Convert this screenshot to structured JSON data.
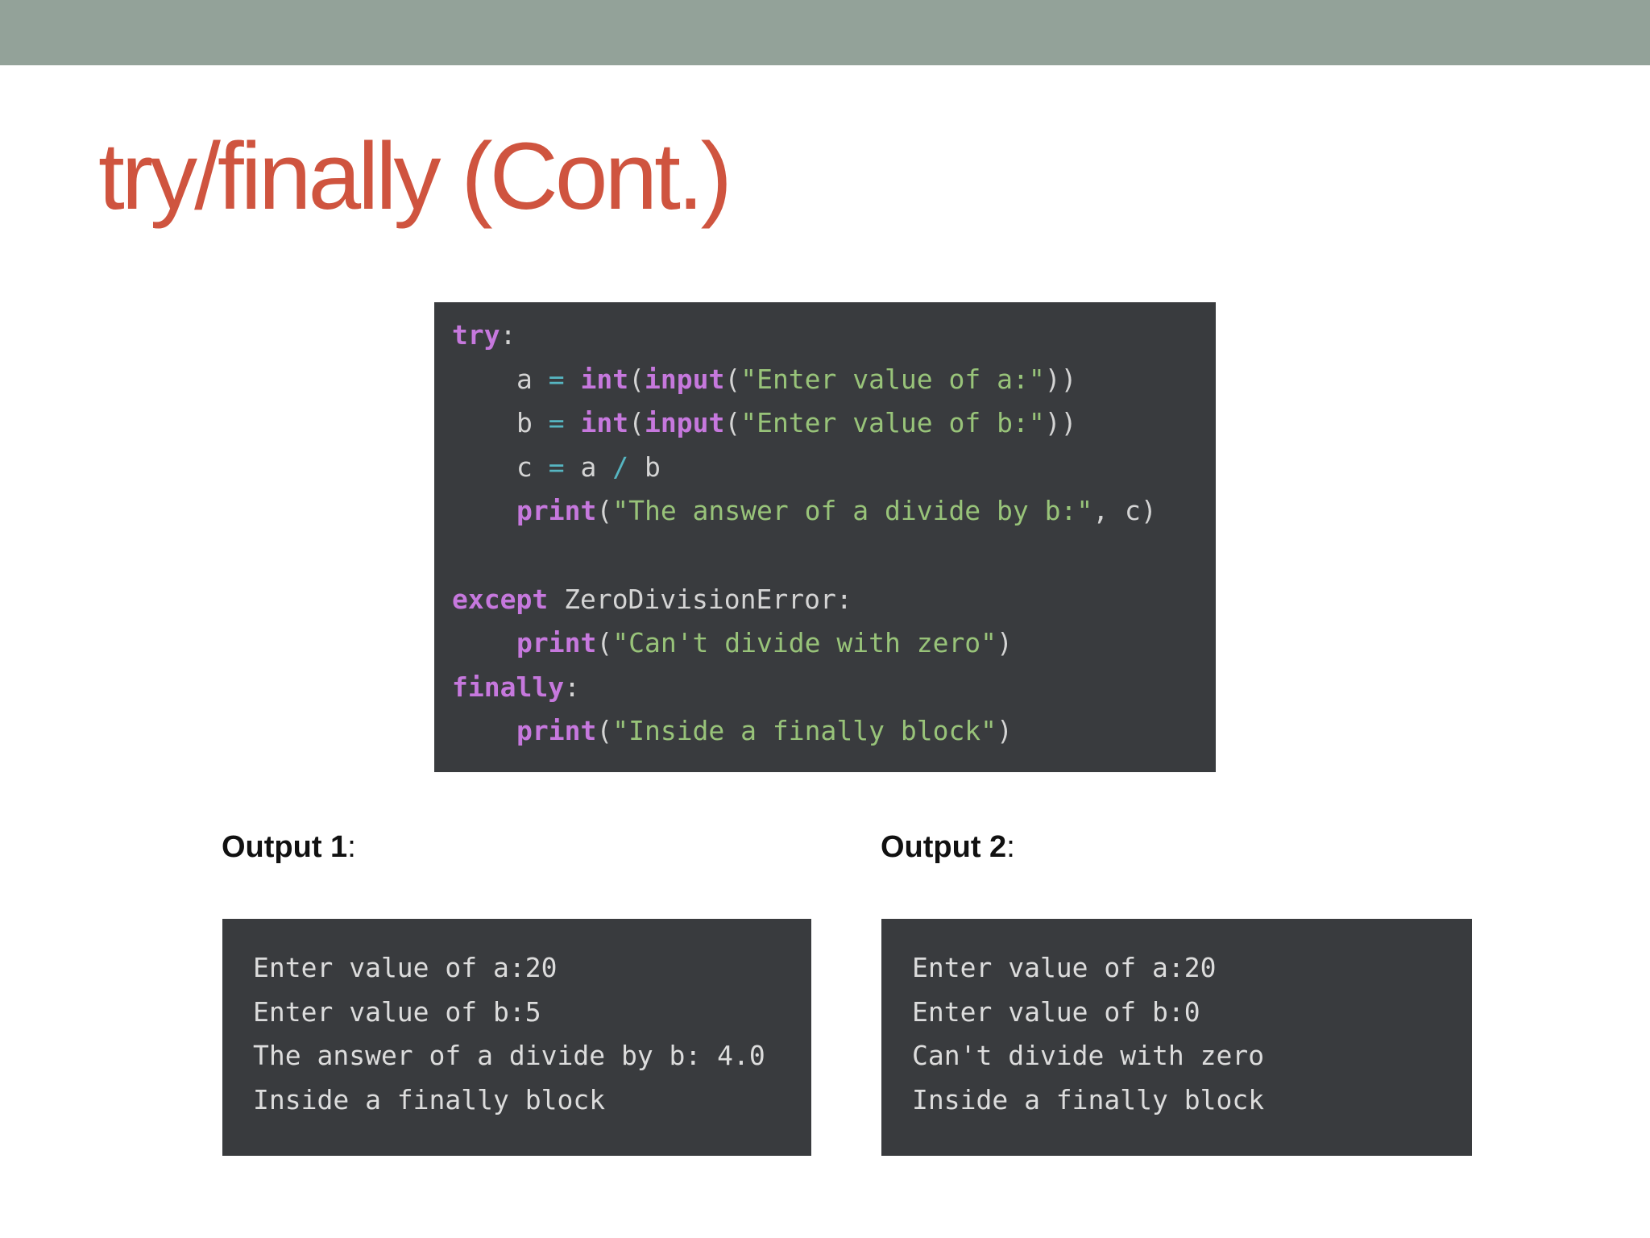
{
  "theme": {
    "top_bar_color": "#93a299",
    "title_color": "#cf543f",
    "code_bg": "#393b3e"
  },
  "slide": {
    "title": "try/finally (Cont.)"
  },
  "code": {
    "lines": [
      {
        "indent": 0,
        "tokens": [
          {
            "t": "try",
            "c": "kw"
          },
          {
            "t": ":",
            "c": "plain"
          }
        ]
      },
      {
        "indent": 1,
        "tokens": [
          {
            "t": "a ",
            "c": "plain"
          },
          {
            "t": "=",
            "c": "op"
          },
          {
            "t": " ",
            "c": "plain"
          },
          {
            "t": "int",
            "c": "kw"
          },
          {
            "t": "(",
            "c": "plain"
          },
          {
            "t": "input",
            "c": "kw"
          },
          {
            "t": "(",
            "c": "plain"
          },
          {
            "t": "\"Enter value of a:\"",
            "c": "str"
          },
          {
            "t": "))",
            "c": "plain"
          }
        ]
      },
      {
        "indent": 1,
        "tokens": [
          {
            "t": "b ",
            "c": "plain"
          },
          {
            "t": "=",
            "c": "op"
          },
          {
            "t": " ",
            "c": "plain"
          },
          {
            "t": "int",
            "c": "kw"
          },
          {
            "t": "(",
            "c": "plain"
          },
          {
            "t": "input",
            "c": "kw"
          },
          {
            "t": "(",
            "c": "plain"
          },
          {
            "t": "\"Enter value of b:\"",
            "c": "str"
          },
          {
            "t": "))",
            "c": "plain"
          }
        ]
      },
      {
        "indent": 1,
        "tokens": [
          {
            "t": "c ",
            "c": "plain"
          },
          {
            "t": "=",
            "c": "op"
          },
          {
            "t": " a ",
            "c": "plain"
          },
          {
            "t": "/",
            "c": "op"
          },
          {
            "t": " b",
            "c": "plain"
          }
        ]
      },
      {
        "indent": 1,
        "tokens": [
          {
            "t": "print",
            "c": "kw"
          },
          {
            "t": "(",
            "c": "plain"
          },
          {
            "t": "\"The answer of a divide by b:\"",
            "c": "str"
          },
          {
            "t": ", c)",
            "c": "plain"
          }
        ]
      },
      {
        "indent": 0,
        "tokens": []
      },
      {
        "indent": 0,
        "tokens": [
          {
            "t": "except",
            "c": "kw"
          },
          {
            "t": " ZeroDivisionError:",
            "c": "plain"
          }
        ]
      },
      {
        "indent": 1,
        "tokens": [
          {
            "t": "print",
            "c": "kw"
          },
          {
            "t": "(",
            "c": "plain"
          },
          {
            "t": "\"Can't divide with zero\"",
            "c": "str"
          },
          {
            "t": ")",
            "c": "plain"
          }
        ]
      },
      {
        "indent": 0,
        "tokens": [
          {
            "t": "finally",
            "c": "kw"
          },
          {
            "t": ":",
            "c": "plain"
          }
        ]
      },
      {
        "indent": 1,
        "tokens": [
          {
            "t": "print",
            "c": "kw"
          },
          {
            "t": "(",
            "c": "plain"
          },
          {
            "t": "\"Inside a finally block\"",
            "c": "str"
          },
          {
            "t": ")",
            "c": "plain"
          }
        ]
      }
    ]
  },
  "outputs": [
    {
      "label_bold": "Output 1",
      "label_suffix": ":",
      "lines": [
        "Enter value of a:20",
        "Enter value of b:5",
        "The answer of a divide by b: 4.0",
        "Inside a finally block"
      ]
    },
    {
      "label_bold": "Output 2",
      "label_suffix": ":",
      "lines": [
        "Enter value of a:20",
        "Enter value of b:0",
        "Can't divide with zero",
        "Inside a finally block"
      ]
    }
  ]
}
